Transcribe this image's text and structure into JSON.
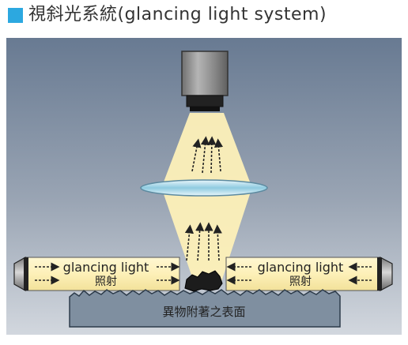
{
  "header": {
    "title": "視斜光系統(glancing light system)",
    "marker_color": "#2ca8e0"
  },
  "diagram": {
    "left_light_label": "glancing light",
    "left_light_sublabel": "照射",
    "right_light_label": "glancing light",
    "right_light_sublabel": "照射",
    "surface_label": "異物附著之表面",
    "colors": {
      "panel_top": "#6f7f95",
      "panel_bottom": "#c9d0d9",
      "light_beam": "#fdf0b8",
      "camera_body": "#8d8d8d",
      "lens": "#a9d8e6",
      "surface": "#7d8fa0"
    }
  }
}
